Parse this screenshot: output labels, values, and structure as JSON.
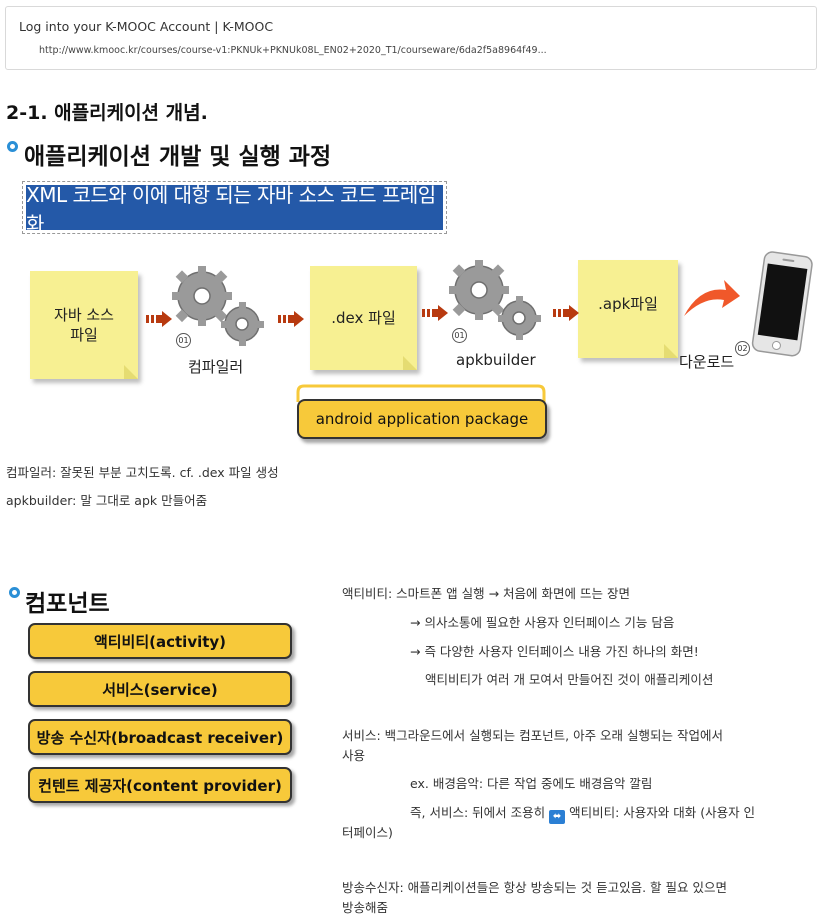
{
  "bookmark": {
    "title": "Log into your K-MOOC Account | K-MOOC",
    "url": "http://www.kmooc.kr/courses/course-v1:PKNUk+PKNUk08L_EN02+2020_T1/courseware/6da2f5a8964f49..."
  },
  "page": {
    "title": "2-1. 애플리케이션 개념."
  },
  "slide1": {
    "heading": "애플리케이션 개발 및 실행 과정",
    "banner": "XML 코드와 이에 대항 되는 자바 소스 코드 프레임화",
    "notes": [
      "자바 소스\n파일",
      ".dex 파일",
      ".apk파일"
    ],
    "step_labels": {
      "compiler": "컴파일러",
      "apkbuilder": "apkbuilder",
      "download": "다운로드"
    },
    "step_numbers": [
      "01",
      "01",
      "02"
    ],
    "package_pill": "android application package"
  },
  "notes_text": {
    "line1": "컴파일러: 잘못된 부분 고치도록. cf. .dex 파일 생성",
    "line2": "apkbuilder: 말 그대로 apk 만들어줌"
  },
  "slide2": {
    "heading": "컴포넌트",
    "components": [
      "액티비티(activity)",
      "서비스(service)",
      "방송 수신자(broadcast receiver)",
      "컨텐트 제공자(content provider)"
    ]
  },
  "explanations": {
    "activity": {
      "l1": "액티비티: 스마트폰 앱 실행 → 처음에 화면에 뜨는 장면",
      "l2": "→ 의사소통에 필요한 사용자 인터페이스 기능 담음",
      "l3": "→ 즉 다양한 사용자 인터페이스 내용 가진 하나의 화면!",
      "l4": "액티비티가 여러 개 모여서 만들어진 것이 애플리케이션"
    },
    "service": {
      "l1": "서비스: 백그라운드에서 실행되는 컴포넌트, 아주 오래 실행되는 작업에서",
      "l1b": "사용",
      "l2": "ex. 배경음악: 다른 작업 중에도 배경음악 깔림",
      "l3a": "즉, 서비스: 뒤에서 조용히",
      "l3b": "액티비티: 사용자와 대화 (사용자 인",
      "l3c": "터페이스)"
    },
    "broadcast": {
      "l1": "방송수신자: 애플리케이션들은 항상 방송되는 것 듣고있음. 할 필요 있으면",
      "l1b": "방송해줌"
    }
  }
}
